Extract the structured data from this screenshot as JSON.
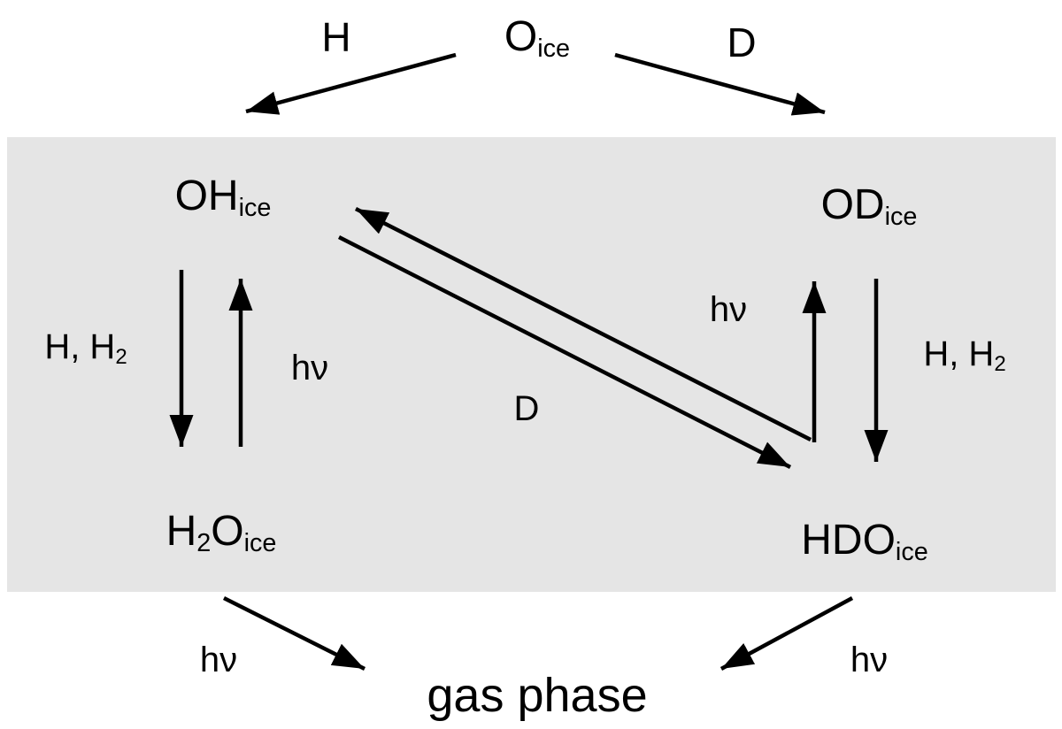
{
  "diagram": {
    "background_color": "#ffffff",
    "shaded_box_color": "#e5e5e5",
    "arrow_color": "#000000",
    "description": "Reaction network for water isotope chemistry in ice connecting to the gas phase"
  },
  "nodes": {
    "o_ice": {
      "formula": "O",
      "sub": "ice"
    },
    "oh_ice": {
      "formula": "OH",
      "sub": "ice"
    },
    "od_ice": {
      "formula": "OD",
      "sub": "ice"
    },
    "h2o_ice": {
      "p1": "H",
      "s1": "2",
      "p2": "O",
      "s2": "ice"
    },
    "hdo_ice": {
      "formula": "HDO",
      "sub": "ice"
    },
    "gas_phase": {
      "label": "gas phase"
    }
  },
  "edges": {
    "top_left": {
      "label": "H"
    },
    "top_right": {
      "label": "D"
    },
    "left_down": {
      "p1": "H, H",
      "s1": "2"
    },
    "left_up": {
      "label": "hν"
    },
    "right_up": {
      "label": "hν"
    },
    "right_down": {
      "p1": "H, H",
      "s1": "2"
    },
    "diagonal": {
      "label": "D"
    },
    "bottom_left": {
      "label": "hν"
    },
    "bottom_right": {
      "label": "hν"
    }
  }
}
